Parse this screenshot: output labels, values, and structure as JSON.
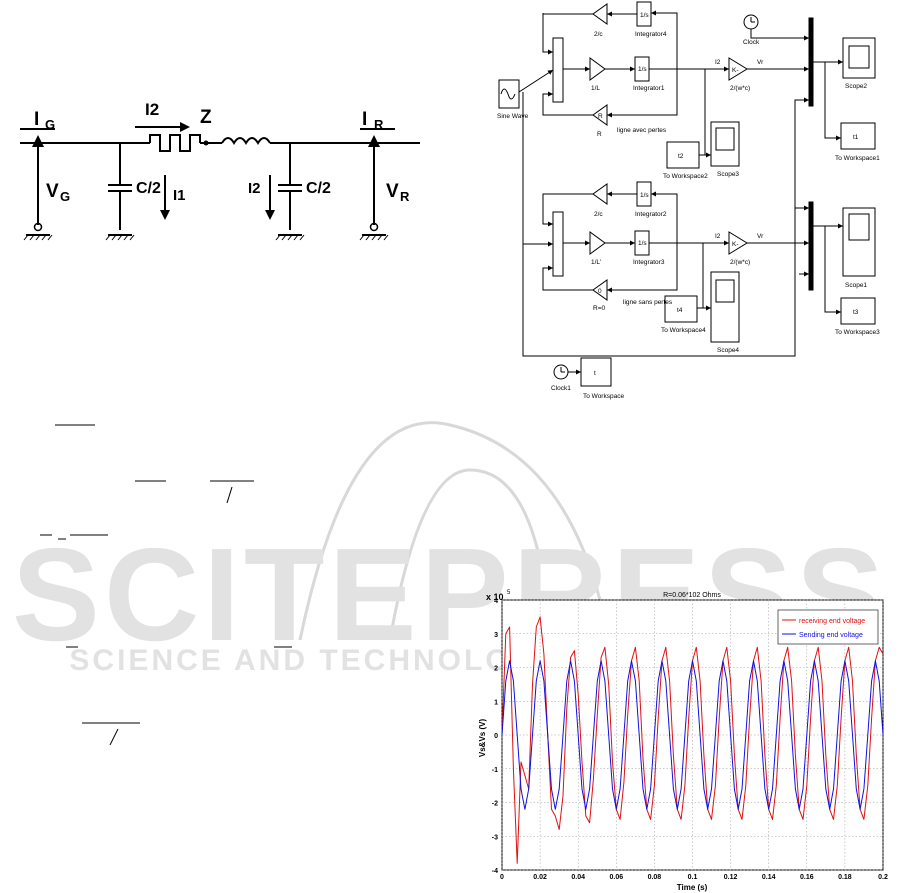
{
  "circuit": {
    "ig_label": "I",
    "ig_sub": "G",
    "ir_label": "I",
    "ir_sub": "R",
    "i2_top": "I2",
    "z_label": "Z",
    "vg_label": "V",
    "vg_sub": "G",
    "vr_label": "V",
    "vr_sub": "R",
    "c_left": "C/2",
    "c_right": "C/2",
    "i1_label": "I1",
    "i2_right": "I2"
  },
  "simulink": {
    "blocks": {
      "gain_2c_top": "2/c",
      "integrator4_op": "1/s",
      "integrator4": "Integrator4",
      "clock": "Clock",
      "gain_1l_top": "1/L",
      "integrator1_op": "1/s",
      "integrator1": "Integrator1",
      "i2_top": "I2",
      "k_top": "K-",
      "vr_top": "Vr",
      "gain_2wc_top": "2/(w*c)",
      "sine_wave": "Sine Wave",
      "gain_r": "R",
      "r_label": "R",
      "ligne_avec": "ligne avec pertes",
      "scope2": "Scope2",
      "i1_op": "t1",
      "to_ws1": "To Workspace1",
      "t2_op": "t2",
      "to_ws2": "To Workspace2",
      "scope3": "Scope3",
      "gain_2c_bot": "2/c",
      "integrator2_op": "1/s",
      "integrator2": "Integrator2",
      "gain_1l_bot": "1/L'",
      "integrator3_op": "1/s",
      "integrator3": "Integrator3",
      "i2_bot": "I2",
      "k_bot": "K-",
      "vr_bot": "Vr",
      "gain_2wc_bot": "2/(w*c)",
      "scope1": "Scope1",
      "gain_r0": "0",
      "r0_label": "R=0",
      "ligne_sans": "ligne sans pertes",
      "t4_op": "t4",
      "to_ws4": "To Workspace4",
      "t3_op": "t3",
      "to_ws3": "To Workspace3",
      "scope4": "Scope4",
      "clock1": "Clock1",
      "t_op": "t",
      "to_ws": "To Workspace"
    }
  },
  "watermark": {
    "main": "SCITEPRESS",
    "sub": "SCIENCE AND TECHNOLOGY PUBLICATIONS"
  },
  "chart_data": {
    "type": "line",
    "title": "R=0.06*102 Ohms",
    "xlabel": "Time (s)",
    "ylabel": "Vs&Vs (V)",
    "y_exponent_label": "x 10",
    "y_exponent": "5",
    "xlim": [
      0,
      0.2
    ],
    "ylim": [
      -4,
      4
    ],
    "grid": true,
    "legend_placement": "top-right",
    "xticks": [
      0,
      0.02,
      0.04,
      0.06,
      0.08,
      0.1,
      0.12,
      0.14,
      0.16,
      0.18,
      0.2
    ],
    "xtick_labels": [
      "0",
      "0.02",
      "0.04",
      "0.06",
      "0.08",
      "0.1",
      "0.12",
      "0.14",
      "0.16",
      "0.18",
      "0.2"
    ],
    "yticks": [
      -4,
      -3,
      -2,
      -1,
      0,
      1,
      2,
      3,
      4
    ],
    "ytick_labels": [
      "-4",
      "-3",
      "-2",
      "-1",
      "0",
      "1",
      "2",
      "3",
      "4"
    ],
    "series": [
      {
        "name": "receiving end voltage",
        "color": "#e01010",
        "x": [
          0,
          0.002,
          0.004,
          0.006,
          0.008,
          0.01,
          0.012,
          0.014,
          0.016,
          0.018,
          0.02,
          0.022,
          0.024,
          0.026,
          0.028,
          0.03,
          0.032,
          0.034,
          0.036,
          0.038,
          0.04,
          0.042,
          0.044,
          0.046,
          0.048,
          0.05,
          0.052,
          0.054,
          0.056,
          0.058,
          0.06,
          0.062,
          0.064,
          0.066,
          0.068,
          0.07,
          0.072,
          0.074,
          0.076,
          0.078,
          0.08,
          0.082,
          0.084,
          0.086,
          0.088,
          0.09,
          0.092,
          0.094,
          0.096,
          0.098,
          0.1,
          0.102,
          0.104,
          0.106,
          0.108,
          0.11,
          0.112,
          0.114,
          0.116,
          0.118,
          0.12,
          0.122,
          0.124,
          0.126,
          0.128,
          0.13,
          0.132,
          0.134,
          0.136,
          0.138,
          0.14,
          0.142,
          0.144,
          0.146,
          0.148,
          0.15,
          0.152,
          0.154,
          0.156,
          0.158,
          0.16,
          0.162,
          0.164,
          0.166,
          0.168,
          0.17,
          0.172,
          0.174,
          0.176,
          0.178,
          0.18,
          0.182,
          0.184,
          0.186,
          0.188,
          0.19,
          0.192,
          0.194,
          0.196,
          0.198,
          0.2
        ],
        "values": [
          0,
          3.0,
          3.2,
          -1.0,
          -3.8,
          -0.8,
          -1.2,
          -1.6,
          1.5,
          3.2,
          3.5,
          2.4,
          0,
          -2.2,
          -2.4,
          -2.8,
          -1.8,
          0.8,
          2.3,
          2.5,
          1.2,
          -0.8,
          -2.4,
          -2.6,
          -1.3,
          0.6,
          2.3,
          2.6,
          1.5,
          -0.8,
          -2.2,
          -2.5,
          -1.4,
          0.6,
          2.2,
          2.6,
          1.6,
          -0.7,
          -2.2,
          -2.5,
          -1.5,
          0.5,
          2.2,
          2.6,
          1.6,
          -0.6,
          -2.2,
          -2.5,
          -1.5,
          0.5,
          2.2,
          2.6,
          1.6,
          -0.6,
          -2.2,
          -2.5,
          -1.5,
          0.5,
          2.2,
          2.6,
          1.6,
          -0.6,
          -2.2,
          -2.5,
          -1.5,
          0.5,
          2.2,
          2.6,
          1.6,
          -0.6,
          -2.2,
          -2.5,
          -1.5,
          0.5,
          2.2,
          2.6,
          1.6,
          -0.6,
          -2.2,
          -2.5,
          -1.5,
          0.5,
          2.2,
          2.6,
          1.6,
          -0.6,
          -2.2,
          -2.5,
          -1.5,
          0.5,
          2.2,
          2.6,
          1.6,
          -0.6,
          -2.2,
          -2.5,
          -1.5,
          0.5,
          2.2,
          2.6,
          2.4
        ]
      },
      {
        "name": "Sending end voltage",
        "color": "#1010e0",
        "x": [
          0,
          0.002,
          0.004,
          0.006,
          0.008,
          0.01,
          0.012,
          0.014,
          0.016,
          0.018,
          0.02,
          0.022,
          0.024,
          0.026,
          0.028,
          0.03,
          0.032,
          0.034,
          0.036,
          0.038,
          0.04,
          0.042,
          0.044,
          0.046,
          0.048,
          0.05,
          0.052,
          0.054,
          0.056,
          0.058,
          0.06,
          0.062,
          0.064,
          0.066,
          0.068,
          0.07,
          0.072,
          0.074,
          0.076,
          0.078,
          0.08,
          0.082,
          0.084,
          0.086,
          0.088,
          0.09,
          0.092,
          0.094,
          0.096,
          0.098,
          0.1,
          0.102,
          0.104,
          0.106,
          0.108,
          0.11,
          0.112,
          0.114,
          0.116,
          0.118,
          0.12,
          0.122,
          0.124,
          0.126,
          0.128,
          0.13,
          0.132,
          0.134,
          0.136,
          0.138,
          0.14,
          0.142,
          0.144,
          0.146,
          0.148,
          0.15,
          0.152,
          0.154,
          0.156,
          0.158,
          0.16,
          0.162,
          0.164,
          0.166,
          0.168,
          0.17,
          0.172,
          0.174,
          0.176,
          0.178,
          0.18,
          0.182,
          0.184,
          0.186,
          0.188,
          0.19,
          0.192,
          0.194,
          0.196,
          0.198,
          0.2
        ],
        "values": [
          0,
          1.6,
          2.2,
          1.6,
          0,
          -1.6,
          -2.2,
          -1.6,
          0,
          1.6,
          2.2,
          1.6,
          0,
          -1.6,
          -2.2,
          -1.6,
          0,
          1.6,
          2.2,
          1.6,
          0,
          -1.6,
          -2.2,
          -1.6,
          0,
          1.6,
          2.2,
          1.6,
          0,
          -1.6,
          -2.2,
          -1.6,
          0,
          1.6,
          2.2,
          1.6,
          0,
          -1.6,
          -2.2,
          -1.6,
          0,
          1.6,
          2.2,
          1.6,
          0,
          -1.6,
          -2.2,
          -1.6,
          0,
          1.6,
          2.2,
          1.6,
          0,
          -1.6,
          -2.2,
          -1.6,
          0,
          1.6,
          2.2,
          1.6,
          0,
          -1.6,
          -2.2,
          -1.6,
          0,
          1.6,
          2.2,
          1.6,
          0,
          -1.6,
          -2.2,
          -1.6,
          0,
          1.6,
          2.2,
          1.6,
          0,
          -1.6,
          -2.2,
          -1.6,
          0,
          1.6,
          2.2,
          1.6,
          0,
          -1.6,
          -2.2,
          -1.6,
          0,
          1.6,
          2.2,
          1.6,
          0,
          -1.6,
          -2.2,
          -1.6,
          0,
          1.6,
          2.2,
          1.6,
          0
        ]
      }
    ]
  }
}
